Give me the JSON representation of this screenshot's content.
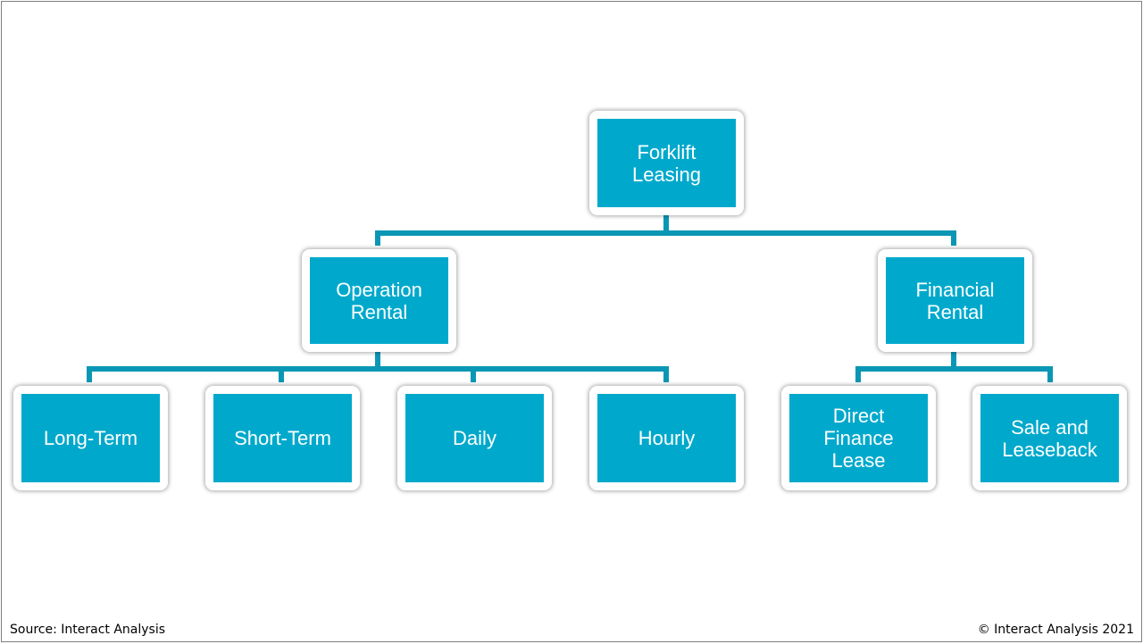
{
  "diagram": {
    "root": "Forklift\nLeasing",
    "level1": {
      "operation": "Operation\nRental",
      "financial": "Financial\nRental"
    },
    "level2": {
      "long_term": "Long-Term",
      "short_term": "Short-Term",
      "daily": "Daily",
      "hourly": "Hourly",
      "direct_finance_lease": "Direct\nFinance\nLease",
      "sale_and_leaseback": "Sale and\nLeaseback"
    }
  },
  "footer": {
    "source": "Source: Interact Analysis",
    "copyright": "© Interact Analysis 2021"
  },
  "colors": {
    "node_fill": "#00a9cc",
    "connector": "#0a97b5",
    "node_text": "#ffffff"
  }
}
